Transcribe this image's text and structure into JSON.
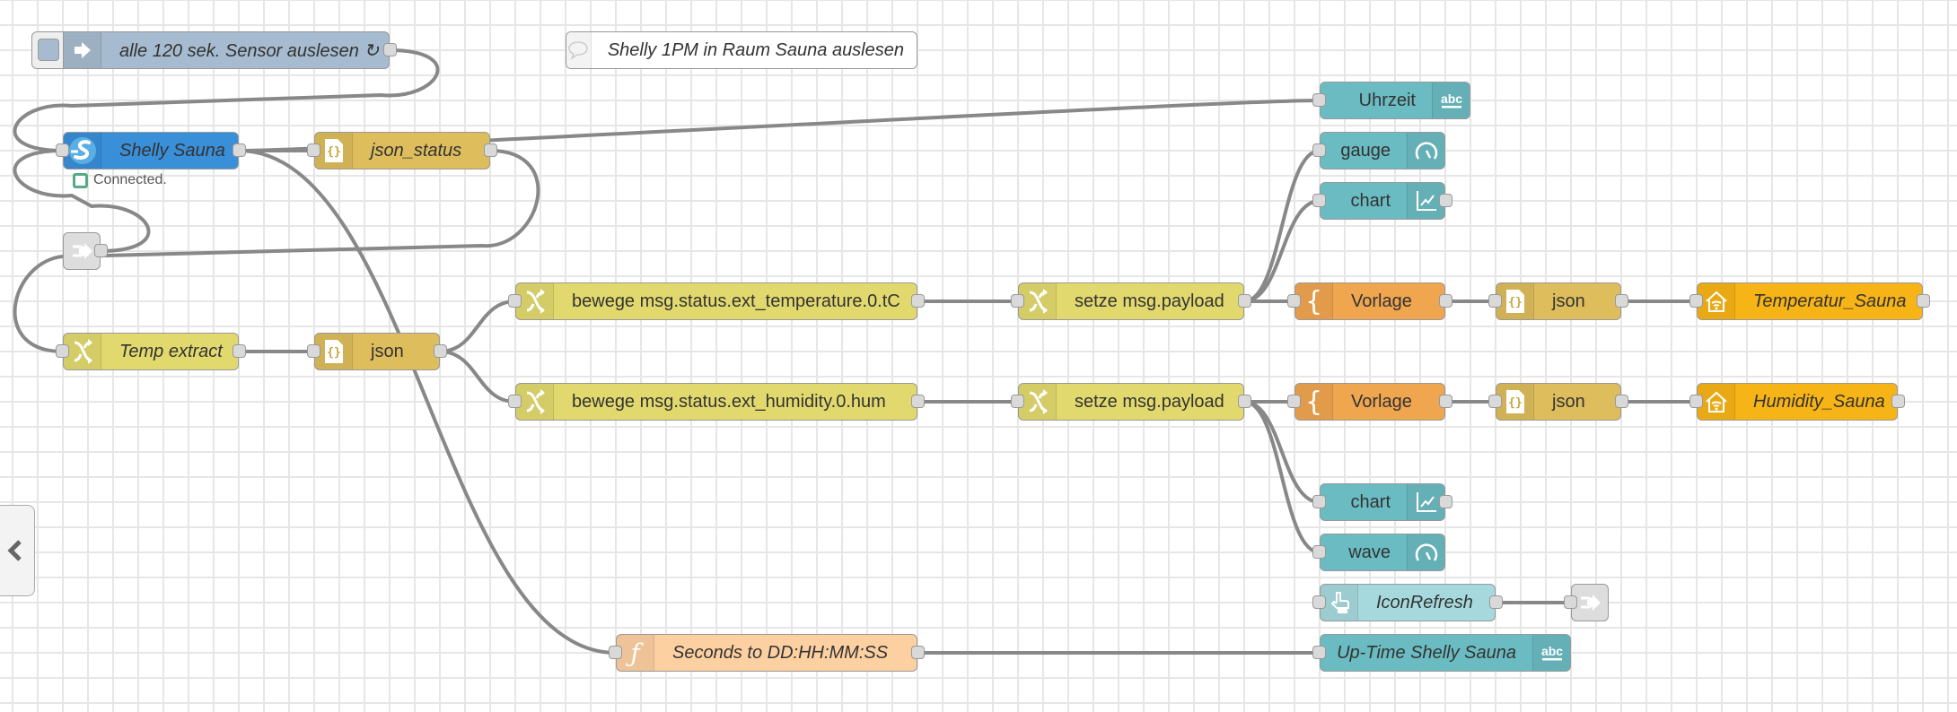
{
  "colors": {
    "wire": "#888888",
    "inject": "#a6bbcf",
    "shelly": "#3a8fd9",
    "json": "#debd5c",
    "change": "#e2d96e",
    "template": "#f0a54f",
    "dashboard": "#6bbbc2",
    "dashboard_button": "#a6d9de",
    "function": "#fdd0a2",
    "home_assistant": "#f7b416",
    "link": "#dddddd",
    "status_connected": "#55aa88"
  },
  "comment": {
    "text": "Shelly 1PM in Raum Sauna auslesen",
    "icon": "comment-icon"
  },
  "nodes": {
    "inject": {
      "label": "alle 120 sek. Sensor auslesen ↻",
      "type": "inject",
      "icon": "arrow-right-icon"
    },
    "shelly": {
      "label": "Shelly Sauna",
      "type": "shelly",
      "icon": "shelly-logo-icon",
      "status": {
        "text": "Connected.",
        "shape": "ring",
        "color": "green"
      }
    },
    "json_status": {
      "label": "json_status",
      "type": "json",
      "icon": "json-file-icon"
    },
    "link_in": {
      "label": "",
      "type": "link in",
      "icon": "link-in-icon"
    },
    "temp_extract": {
      "label": "Temp extract",
      "type": "change",
      "icon": "shuffle-icon"
    },
    "json1": {
      "label": "json",
      "type": "json",
      "icon": "json-file-icon"
    },
    "bewege_temp": {
      "label": "bewege msg.status.ext_temperature.0.tC",
      "type": "change",
      "icon": "shuffle-icon"
    },
    "bewege_hum": {
      "label": "bewege msg.status.ext_humidity.0.hum",
      "type": "change",
      "icon": "shuffle-icon"
    },
    "setze_temp": {
      "label": "setze msg.payload",
      "type": "change",
      "icon": "shuffle-icon"
    },
    "setze_hum": {
      "label": "setze msg.payload",
      "type": "change",
      "icon": "shuffle-icon"
    },
    "vorlage_temp": {
      "label": "Vorlage",
      "type": "template",
      "icon": "brace-icon"
    },
    "vorlage_hum": {
      "label": "Vorlage",
      "type": "template",
      "icon": "brace-icon"
    },
    "json_temp": {
      "label": "json",
      "type": "json",
      "icon": "json-file-icon"
    },
    "json_hum": {
      "label": "json",
      "type": "json",
      "icon": "json-file-icon"
    },
    "ha_temp": {
      "label": "Temperatur_Sauna",
      "type": "ha-entity",
      "icon": "home-assistant-icon"
    },
    "ha_hum": {
      "label": "Humidity_Sauna",
      "type": "ha-entity",
      "icon": "home-assistant-icon"
    },
    "uhrzeit": {
      "label": "Uhrzeit",
      "type": "ui_text",
      "icon": "text-abc-icon"
    },
    "gauge": {
      "label": "gauge",
      "type": "ui_gauge",
      "icon": "gauge-icon"
    },
    "chart_temp": {
      "label": "chart",
      "type": "ui_chart",
      "icon": "chart-icon"
    },
    "chart_hum": {
      "label": "chart",
      "type": "ui_chart",
      "icon": "chart-icon"
    },
    "wave": {
      "label": "wave",
      "type": "ui_gauge",
      "icon": "gauge-icon"
    },
    "icon_refresh": {
      "label": "IconRefresh",
      "type": "ui_button",
      "icon": "hand-pointer-icon"
    },
    "link_out": {
      "label": "",
      "type": "link out",
      "icon": "link-out-icon"
    },
    "seconds_fn": {
      "label": "Seconds to DD:HH:MM:SS",
      "type": "function",
      "icon": "function-icon"
    },
    "uptime": {
      "label": "Up-Time Shelly Sauna",
      "type": "ui_text",
      "icon": "text-abc-icon"
    }
  },
  "wires": [
    [
      "inject",
      "shelly"
    ],
    [
      "link_in",
      "shelly"
    ],
    [
      "shelly",
      "json_status"
    ],
    [
      "shelly",
      "uhrzeit"
    ],
    [
      "shelly",
      "seconds_fn"
    ],
    [
      "json_status",
      "temp_extract"
    ],
    [
      "temp_extract",
      "json1"
    ],
    [
      "json1",
      "bewege_temp"
    ],
    [
      "json1",
      "bewege_hum"
    ],
    [
      "bewege_temp",
      "setze_temp"
    ],
    [
      "bewege_hum",
      "setze_hum"
    ],
    [
      "setze_temp",
      "gauge"
    ],
    [
      "setze_temp",
      "chart_temp"
    ],
    [
      "setze_temp",
      "vorlage_temp"
    ],
    [
      "setze_hum",
      "vorlage_hum"
    ],
    [
      "setze_hum",
      "chart_hum"
    ],
    [
      "setze_hum",
      "wave"
    ],
    [
      "vorlage_temp",
      "json_temp"
    ],
    [
      "vorlage_hum",
      "json_hum"
    ],
    [
      "json_temp",
      "ha_temp"
    ],
    [
      "json_hum",
      "ha_hum"
    ],
    [
      "icon_refresh",
      "link_out"
    ],
    [
      "seconds_fn",
      "uptime"
    ]
  ],
  "sidebar_toggle": {
    "icon": "chevron-left-icon"
  }
}
